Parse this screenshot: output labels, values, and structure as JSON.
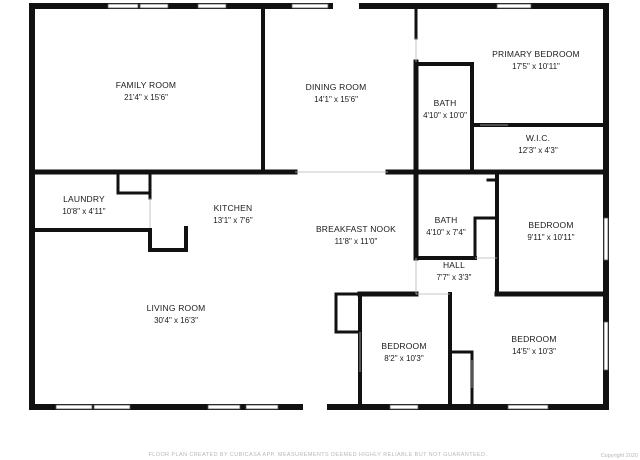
{
  "rooms": [
    {
      "name": "FAMILY ROOM",
      "dims": "21'4\" x 15'6\""
    },
    {
      "name": "DINING ROOM",
      "dims": "14'1\" x 15'6\""
    },
    {
      "name": "PRIMARY BEDROOM",
      "dims": "17'5\" x 10'11\""
    },
    {
      "name": "BATH",
      "dims": "4'10\" x 10'0\""
    },
    {
      "name": "W.I.C.",
      "dims": "12'3\" x 4'3\""
    },
    {
      "name": "LAUNDRY",
      "dims": "10'8\" x 4'11\""
    },
    {
      "name": "KITCHEN",
      "dims": "13'1\" x 7'6\""
    },
    {
      "name": "BREAKFAST NOOK",
      "dims": "11'8\" x 11'0\""
    },
    {
      "name": "BATH",
      "dims": "4'10\" x 7'4\""
    },
    {
      "name": "BEDROOM",
      "dims": "9'11\" x 10'11\""
    },
    {
      "name": "HALL",
      "dims": "7'7\" x 3'3\""
    },
    {
      "name": "LIVING ROOM",
      "dims": "30'4\" x 16'3\""
    },
    {
      "name": "BEDROOM",
      "dims": "8'2\" x 10'3\""
    },
    {
      "name": "BEDROOM",
      "dims": "14'5\" x 10'3\""
    }
  ],
  "footer": "FLOOR PLAN CREATED BY CUBICASA APP. MEASUREMENTS DEEMED HIGHLY RELIABLE BUT NOT GUARANTEED.",
  "copyright": "Copyright 2020",
  "colors": {
    "wall": "#111111",
    "text": "#1a1a1a",
    "footer": "#b8b8b8"
  }
}
